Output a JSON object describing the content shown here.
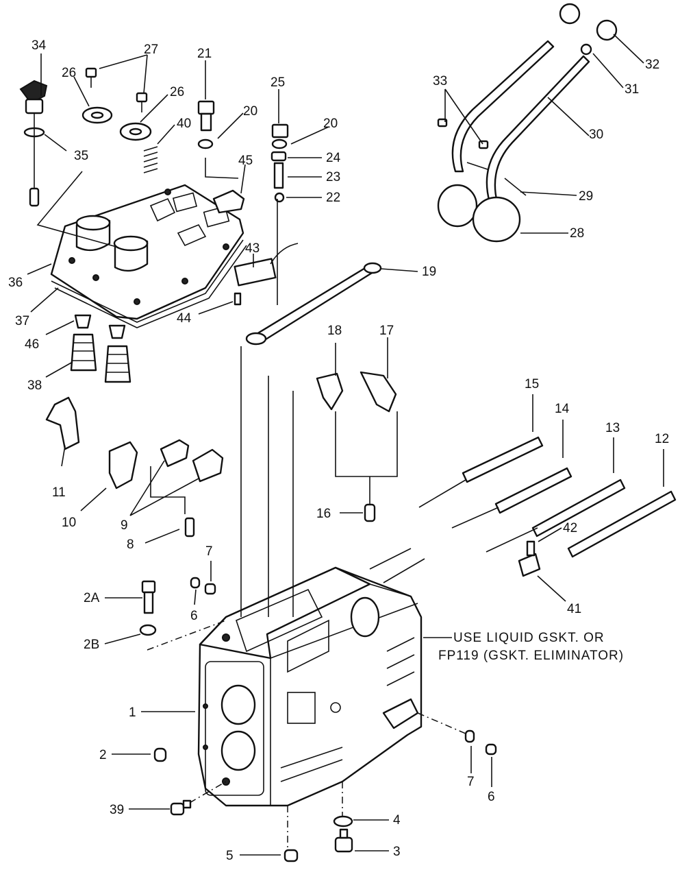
{
  "callouts": {
    "c1": "1",
    "c2": "2",
    "c2A": "2A",
    "c2B": "2B",
    "c3": "3",
    "c4": "4",
    "c5": "5",
    "c6a": "6",
    "c6b": "6",
    "c7a": "7",
    "c7b": "7",
    "c8": "8",
    "c9": "9",
    "c10": "10",
    "c11": "11",
    "c12": "12",
    "c13": "13",
    "c14": "14",
    "c15": "15",
    "c16": "16",
    "c17": "17",
    "c18": "18",
    "c19": "19",
    "c20a": "20",
    "c20b": "20",
    "c21": "21",
    "c22": "22",
    "c23": "23",
    "c24": "24",
    "c25": "25",
    "c26a": "26",
    "c26b": "26",
    "c27": "27",
    "c28": "28",
    "c29": "29",
    "c30": "30",
    "c31": "31",
    "c32": "32",
    "c33": "33",
    "c34": "34",
    "c35": "35",
    "c36": "36",
    "c37": "37",
    "c38": "38",
    "c39": "39",
    "c40": "40",
    "c41": "41",
    "c42": "42",
    "c43": "43",
    "c44": "44",
    "c45": "45",
    "c46": "46"
  },
  "note": {
    "line1": "USE LIQUID GSKT. OR",
    "line2": "FP119 (GSKT. ELIMINATOR)"
  }
}
